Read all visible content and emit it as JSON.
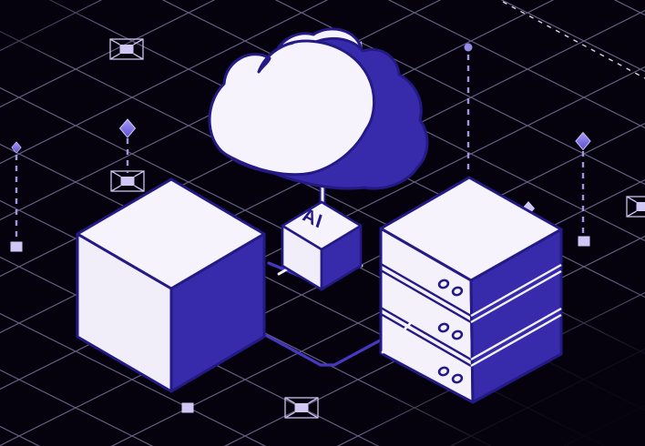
{
  "illustration": {
    "ai_cube": {
      "label": "AI"
    },
    "server": {
      "tiers": 3,
      "indicators_per_tier": 2
    },
    "colors": {
      "background": "#05020e",
      "dark_indigo_face": "#382bab",
      "outline": "#241a86",
      "white_face": "#f4f1fb",
      "grid_line": "#b3ace4",
      "lavender_accent": "#cfc8f5",
      "purple_connector": "#4638c2",
      "diamond_top": "#a79df2",
      "diamond_bottom": "#5b4bd6"
    },
    "icons": [
      "cloud-shape",
      "ai-chip-cube",
      "cube-shape",
      "server-stack",
      "diamond-marker",
      "square-marker",
      "dot-marker",
      "frame-marker",
      "isometric-grid"
    ]
  }
}
